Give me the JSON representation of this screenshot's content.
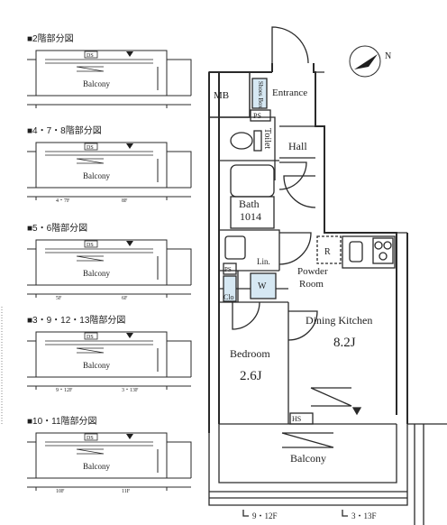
{
  "inset_plans": [
    {
      "title": "■2階部分図",
      "balcony": "Balcony",
      "ds": "DS",
      "marks": []
    },
    {
      "title": "■4・7・8階部分図",
      "balcony": "Balcony",
      "ds": "DS",
      "marks": [
        "4・7F",
        "8F"
      ]
    },
    {
      "title": "■5・6階部分図",
      "balcony": "Balcony",
      "ds": "DS",
      "marks": [
        "5F",
        "6F"
      ]
    },
    {
      "title": "■3・9・12・13階部分図",
      "balcony": "Balcony",
      "ds": "DS",
      "marks": [
        "9・12F",
        "3・13F"
      ]
    },
    {
      "title": "■10・11階部分図",
      "balcony": "Balcony",
      "ds": "DS",
      "marks": [
        "10F",
        "11F"
      ]
    }
  ],
  "compass": {
    "letter": "N"
  },
  "rooms": {
    "mb": "MB",
    "shoes_box": "Shoes Box",
    "entrance": "Entrance",
    "ps": "PS",
    "toilet": "Toilet",
    "hall": "Hall",
    "bath": "Bath",
    "bath_size": "1014",
    "refrigerator": "R",
    "lin": "Lin.",
    "powder_room_1": "Powder",
    "powder_room_2": "Room",
    "washer": "W",
    "closet": "Clo",
    "ps2": "PS",
    "dining_kitchen": "Dining Kitchen",
    "dining_kitchen_size": "8.2J",
    "bedroom": "Bedroom",
    "bedroom_size": "2.6J",
    "hs": "HS",
    "balcony": "Balcony",
    "mark_left": "9・12F",
    "mark_right": "3・13F"
  }
}
